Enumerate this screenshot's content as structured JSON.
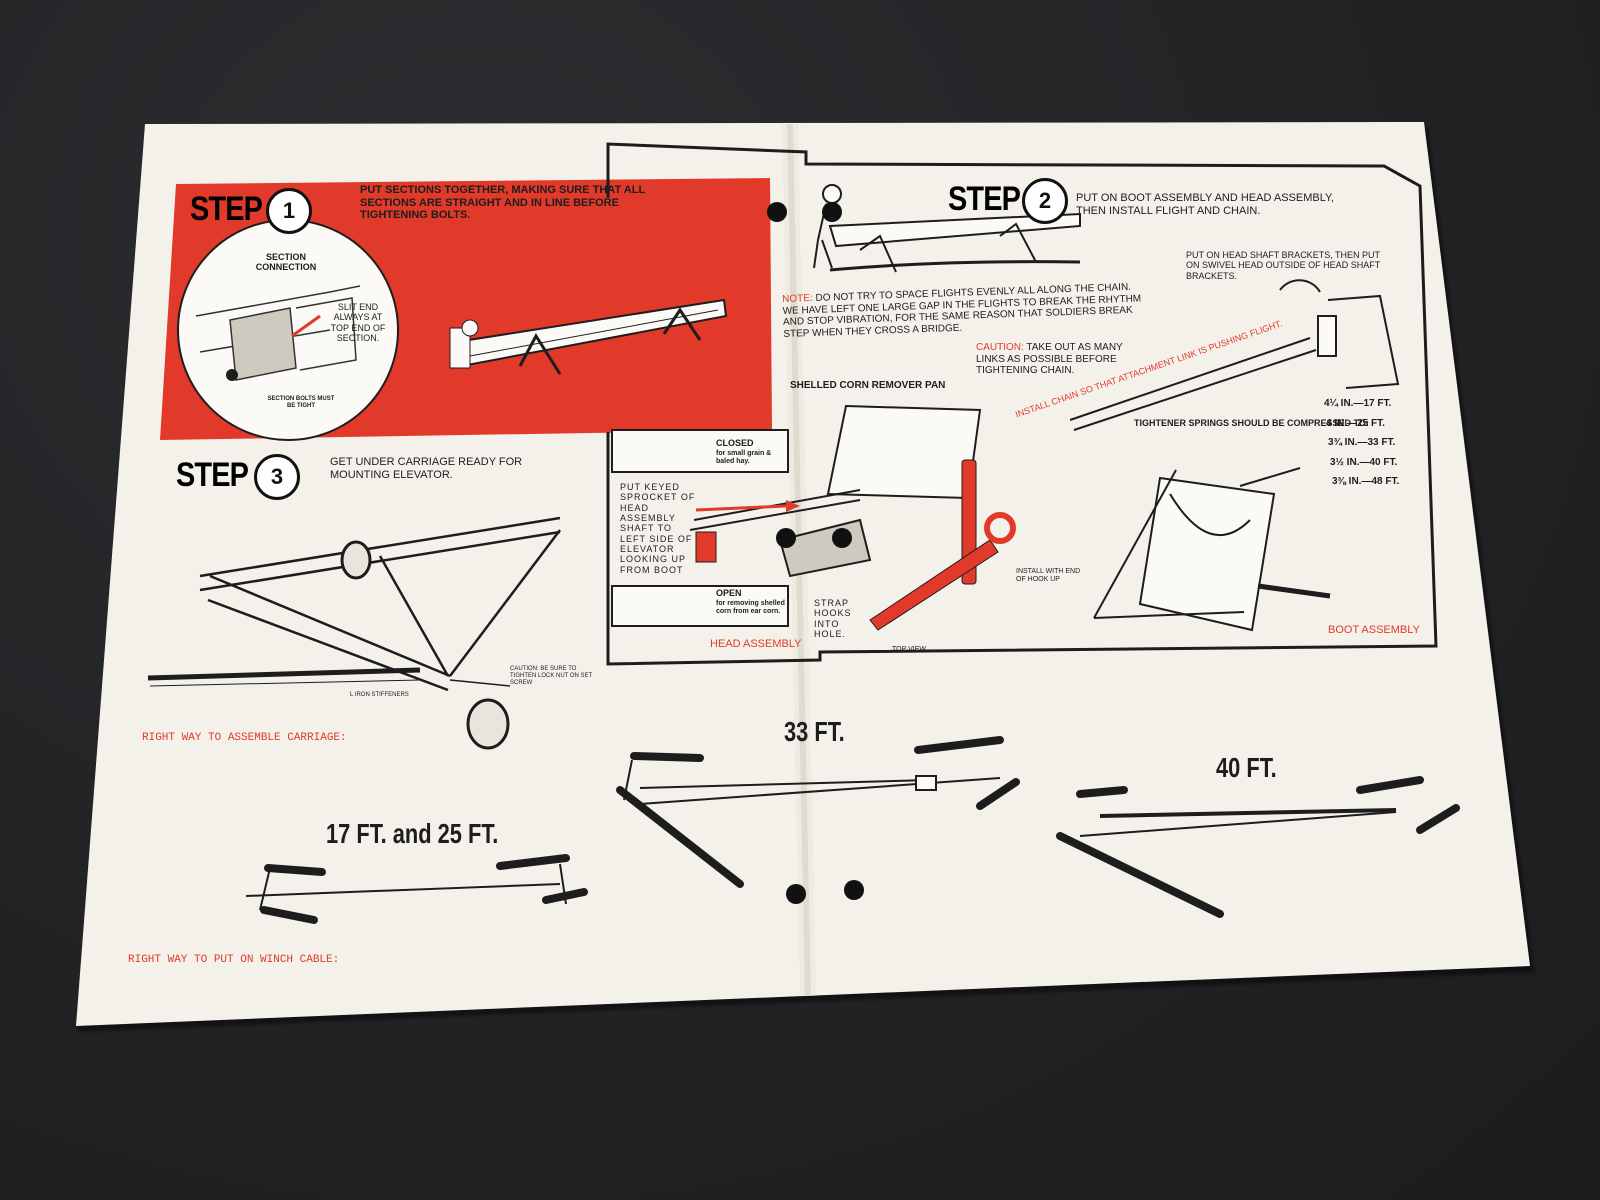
{
  "colors": {
    "background": "#242527",
    "paper": "#f3f1ea",
    "accent_red": "#e23a2a",
    "ink": "#1d1d1d"
  },
  "step1": {
    "word": "STEP",
    "number": "1",
    "instruction": "PUT SECTIONS TOGETHER, MAKING SURE THAT ALL SECTIONS ARE STRAIGHT AND IN LINE BEFORE TIGHTENING BOLTS.",
    "section_connection": "SECTION CONNECTION",
    "slit_end": "SLIT END ALWAYS AT TOP END OF SECTION.",
    "section_bolts": "SECTION BOLTS MUST BE TIGHT"
  },
  "step2": {
    "word": "STEP",
    "number": "2",
    "instruction": "PUT ON BOOT ASSEMBLY AND HEAD ASSEMBLY, THEN INSTALL FLIGHT AND CHAIN.",
    "head_shaft": "PUT ON HEAD SHAFT BRACKETS, THEN PUT ON SWIVEL HEAD OUTSIDE OF HEAD SHAFT BRACKETS.",
    "note_label": "NOTE:",
    "note_text": "DO NOT TRY TO SPACE FLIGHTS EVENLY ALL ALONG THE CHAIN. WE HAVE LEFT ONE LARGE GAP IN THE FLIGHTS TO BREAK THE RHYTHM AND STOP VIBRATION, FOR THE SAME REASON THAT SOLDIERS BREAK STEP WHEN THEY CROSS A BRIDGE.",
    "caution_label": "CAUTION:",
    "caution_text": "TAKE OUT AS MANY LINKS AS POSSIBLE BEFORE TIGHTENING CHAIN.",
    "install_chain": "INSTALL CHAIN SO THAT ATTACHMENT LINK IS PUSHING FLIGHT.",
    "tightener_label": "TIGHTENER SPRINGS SHOULD BE COMPRESSED TO:",
    "springs": [
      "4¼ IN.—17 FT.",
      "4 IN.—25 FT.",
      "3¾ IN.—33 FT.",
      "3½ IN.—40 FT.",
      "3⅜ IN.—48 FT."
    ],
    "shelled_corn": "SHELLED CORN REMOVER PAN",
    "closed": "CLOSED",
    "closed_sub": "for small grain & baled hay.",
    "open": "OPEN",
    "open_sub": "for removing shelled corn from ear corn.",
    "keyed_sprocket": "PUT KEYED SPROCKET OF HEAD ASSEMBLY SHAFT TO LEFT SIDE OF ELEVATOR LOOKING UP FROM BOOT",
    "strap_hooks": "STRAP HOOKS INTO HOLE.",
    "top_view": "TOP VIEW",
    "install_with": "INSTALL WITH END OF HOOK UP",
    "head_assembly": "HEAD ASSEMBLY",
    "boot_assembly": "BOOT ASSEMBLY"
  },
  "step3": {
    "word": "STEP",
    "number": "3",
    "instruction": "GET UNDER CARRIAGE READY FOR MOUNTING ELEVATOR.",
    "caution": "CAUTION: BE SURE TO TIGHTEN LOCK NUT ON SET SCREW",
    "stiffeners": "L IRON STIFFENERS",
    "right_way_carriage": "RIGHT WAY TO ASSEMBLE CARRIAGE:"
  },
  "winch": {
    "label_17_25": "17 FT. and 25 FT.",
    "label_33": "33 FT.",
    "label_40": "40 FT.",
    "right_way_cable": "RIGHT WAY TO PUT ON WINCH CABLE:"
  }
}
